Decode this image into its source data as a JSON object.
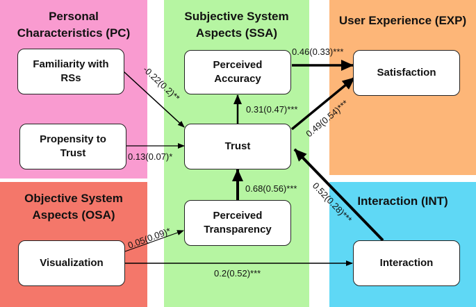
{
  "regions": {
    "pc": {
      "title": "Personal\nCharacteristics (PC)",
      "color": "#f99bd0"
    },
    "ssa": {
      "title": "Subjective System\nAspects (SSA)",
      "color": "#b6f5a2"
    },
    "exp": {
      "title": "User Experience (EXP)",
      "color": "#fdb678"
    },
    "osa": {
      "title": "Objective System\nAspects (OSA)",
      "color": "#f4776a"
    },
    "int": {
      "title": "Interaction (INT)",
      "color": "#5fd8f5"
    }
  },
  "nodes": {
    "familiarity": "Familiarity with\nRSs",
    "propensity": "Propensity to\nTrust",
    "accuracy": "Perceived\nAccuracy",
    "trust": "Trust",
    "transparency": "Perceived\nTransparency",
    "satisfaction": "Satisfaction",
    "visualization": "Visualization",
    "interaction": "Interaction"
  },
  "edges": {
    "familiarity_trust": "-0.22(0.2)**",
    "propensity_trust": "0.13(0.07)*",
    "accuracy_satisfaction": "0.46(0.33)***",
    "trust_accuracy": "0.31(0.47)***",
    "trust_satisfaction": "0.49(0.54)***",
    "transparency_trust": "0.68(0.56)***",
    "visualization_transparency": "0.05(0.09)*",
    "interaction_trust": "0.52(0.28)***",
    "visualization_interaction": "0.2(0.52)***"
  }
}
